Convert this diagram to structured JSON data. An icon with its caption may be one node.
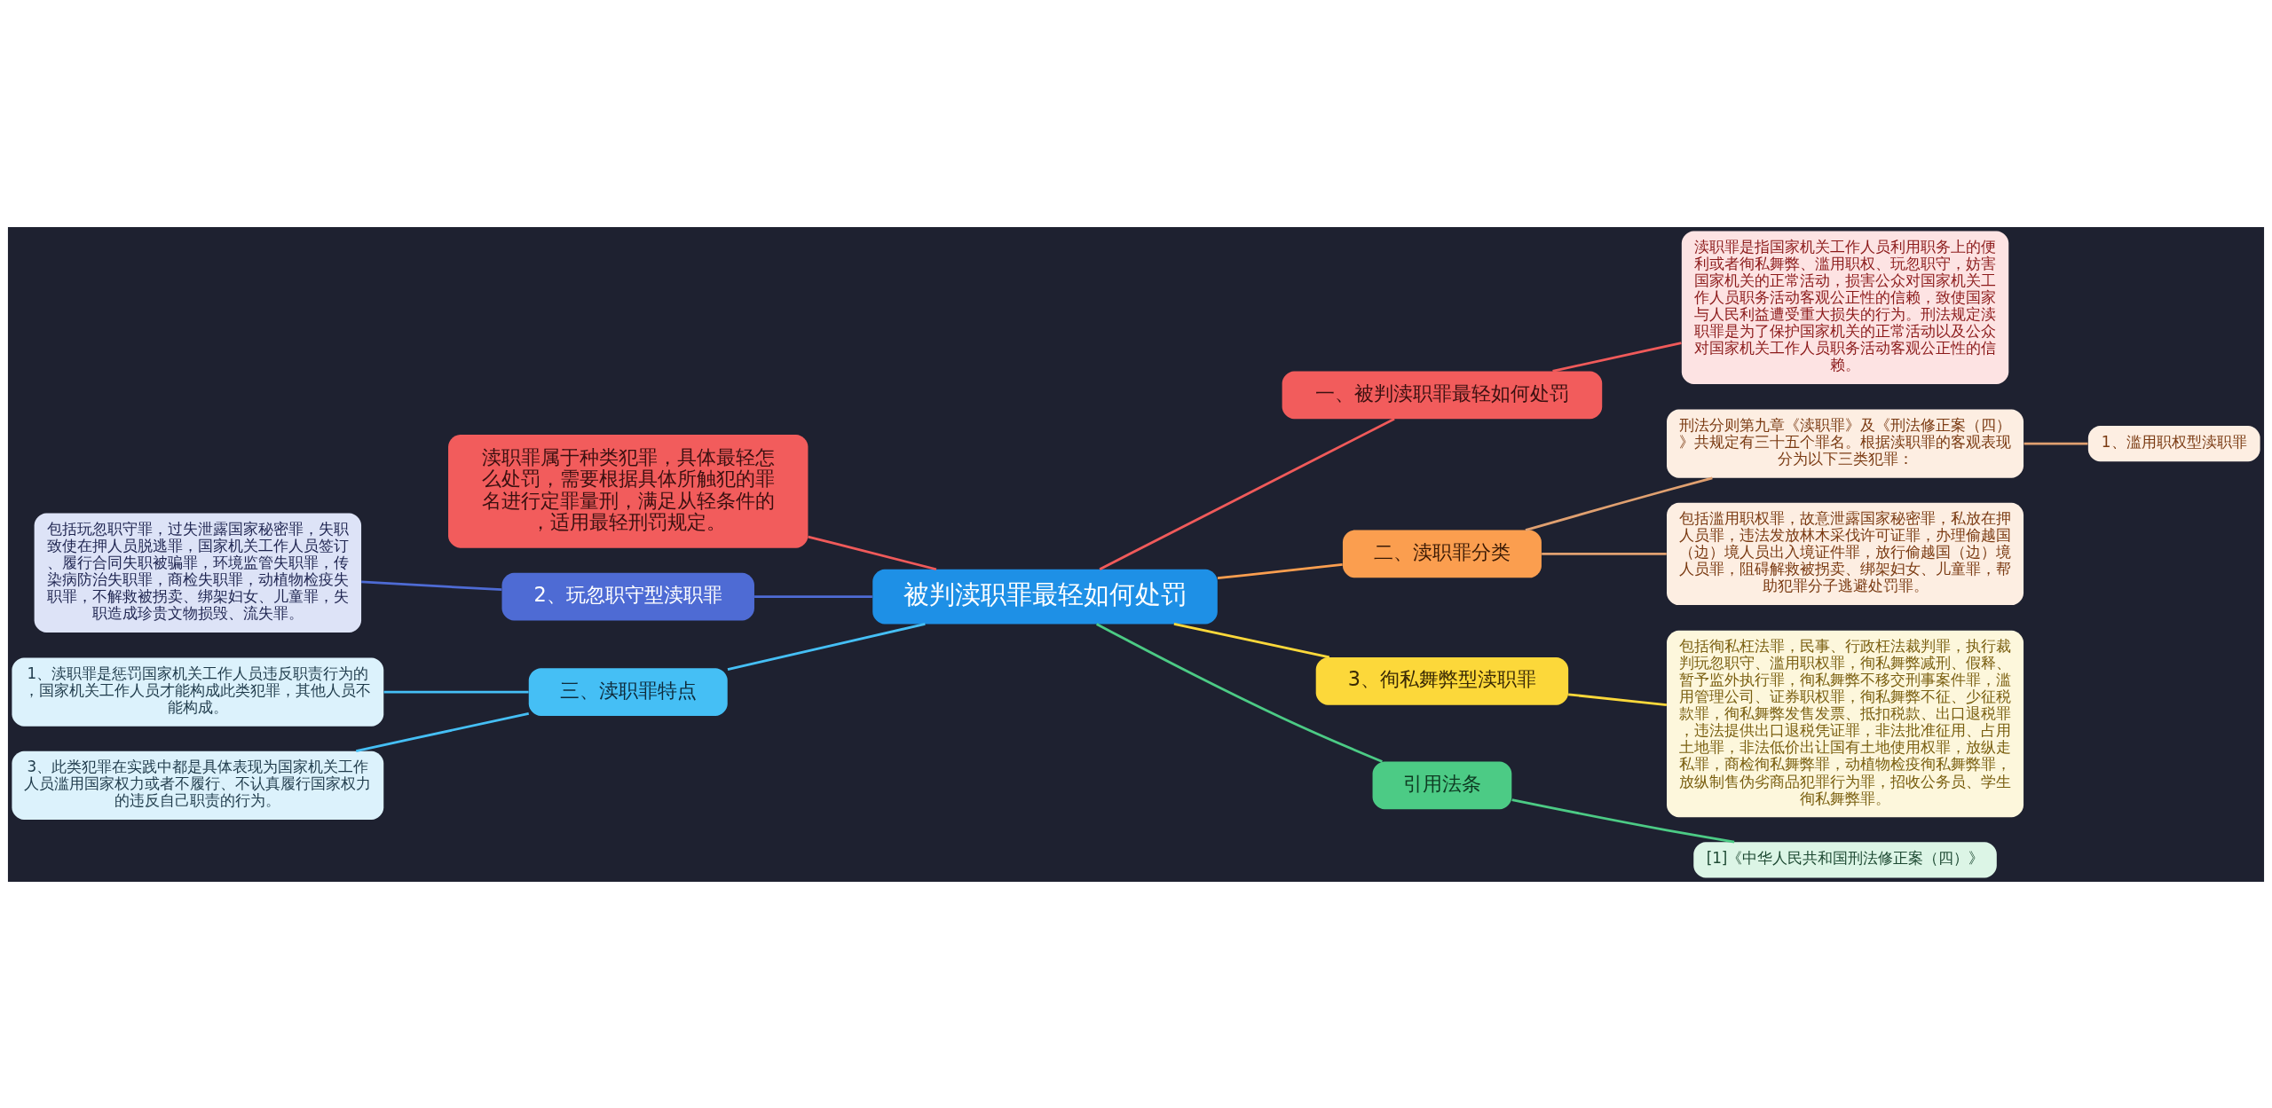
{
  "diagram": {
    "nodes": [
      {
        "text": [
          "被判渎职罪最轻如何处罚"
        ]
      },
      {
        "text": [
          "一、被判渎职罪最轻如何处罚"
        ]
      },
      {
        "text": [
          "渎职罪是指国家机关工作人员利用职务上的便利或者徇私舞弊、滥用职权、玩忽职守，妨害国家机关的正常活动，损害公众对国家机关工作人员职务活动客观公正性的信赖，致使国家与人民利益遭受重大损失的行为。刑法规定渎职罪是为了保护国家机关的正常活动以及公众对国家机关工作人员职务活动客观公正性的信赖。"
        ]
      },
      {
        "text": [
          "二、渎职罪分类"
        ]
      },
      {
        "text": [
          "刑法分则第九章《渎职罪》及《刑法修正案（四）》共规定有三十五个罪名。根据渎职罪的客观表现分为以下三类犯罪："
        ]
      },
      {
        "text": [
          "1、滥用职权型渎职罪"
        ]
      },
      {
        "text": [
          "包括滥用职权罪，故意泄露国家秘密罪，私放在押人员罪，违法发放林木采伐许可证罪，办理偷越国（边）境人员出入境证件罪，放行偷越国（边）境人员罪，阻碍解救被拐卖、绑架妇女、儿童罪，帮助犯罪分子逃避处罚罪。"
        ]
      },
      {
        "text": [
          "3、徇私舞弊型渎职罪"
        ]
      },
      {
        "text": [
          "包括徇私枉法罪，民事、行政枉法裁判罪，执行裁判玩忽职守、滥用职权罪，徇私舞弊减刑、假释、暂予监外执行罪，徇私舞弊不移交刑事案件罪，滥用管理公司、证券职权罪，徇私舞弊不征、少征税款罪，徇私舞弊发售发票、抵扣税款、出口退税罪，违法提供出口退税凭证罪，非法批准征用、占用土地罪，非法低价出让国有土地使用权罪，放纵走私罪，商检徇私舞弊罪，动植物检疫徇私舞弊罪，放纵制售伪劣商品犯罪行为罪，招收公务员、学生徇私舞弊罪。"
        ]
      },
      {
        "text": [
          "引用法条"
        ]
      },
      {
        "text": [
          "[1]《中华人民共和国刑法修正案（四）》"
        ]
      },
      {
        "text": [
          "渎职罪属于种类犯罪，具体最轻怎么处罚，需要根据具体所触犯的罪名进行定罪量刑，满足从轻条件的，适用最轻刑罚规定。"
        ]
      },
      {
        "text": [
          "2、玩忽职守型渎职罪"
        ]
      },
      {
        "text": [
          "包括玩忽职守罪，过失泄露国家秘密罪，失职致使在押人员脱逃罪，国家机关工作人员签订、履行合同失职被骗罪，环境监管失职罪，传染病防治失职罪，商检失职罪，动植物检疫失职罪，不解救被拐卖、绑架妇女、儿童罪，失职造成珍贵文物损毁、流失罪。"
        ]
      },
      {
        "text": [
          "三、渎职罪特点"
        ]
      },
      {
        "text": [
          "1、渎职罪是惩罚国家机关工作人员违反职责行为的，国家机关工作人员才能构成此类犯罪，其他人员不能构成。"
        ]
      },
      {
        "text": [
          "3、此类犯罪在实践中都是具体表现为国家机关工作人员滥用国家权力或者不履行、不认真履行国家权力的违反自己职责的行为。"
        ]
      }
    ],
    "edges": [
      {
        "from": 0,
        "to": 1,
        "arrow": "none",
        "color": "#f05a5a"
      },
      {
        "from": 1,
        "to": 2,
        "arrow": "none",
        "color": "#f05a5a"
      },
      {
        "from": 0,
        "to": 3,
        "arrow": "none",
        "color": "#fb9e4f"
      },
      {
        "from": 3,
        "to": 4,
        "arrow": "none",
        "color": "#e0a070"
      },
      {
        "from": 4,
        "to": 5,
        "arrow": "none",
        "color": "#e0a070"
      },
      {
        "from": 3,
        "to": 6,
        "arrow": "none",
        "color": "#e0a070"
      },
      {
        "from": 0,
        "to": 7,
        "arrow": "none",
        "color": "#fcd83a"
      },
      {
        "from": 7,
        "to": 8,
        "arrow": "none",
        "color": "#fcd83a"
      },
      {
        "from": 0,
        "to": 9,
        "arrow": "none",
        "color": "#4ccb85"
      },
      {
        "from": 9,
        "to": 10,
        "arrow": "none",
        "color": "#4ccb85"
      },
      {
        "from": 0,
        "to": 11,
        "arrow": "none",
        "color": "#f05a5a"
      },
      {
        "from": 0,
        "to": 12,
        "arrow": "none",
        "color": "#4e6bd4"
      },
      {
        "from": 12,
        "to": 13,
        "arrow": "none",
        "color": "#4e6bd4"
      },
      {
        "from": 0,
        "to": 14,
        "arrow": "none",
        "color": "#45bff5"
      },
      {
        "from": 14,
        "to": 15,
        "arrow": "none",
        "color": "#45bff5"
      },
      {
        "from": 14,
        "to": 16,
        "arrow": "none",
        "color": "#45bff5"
      }
    ]
  }
}
